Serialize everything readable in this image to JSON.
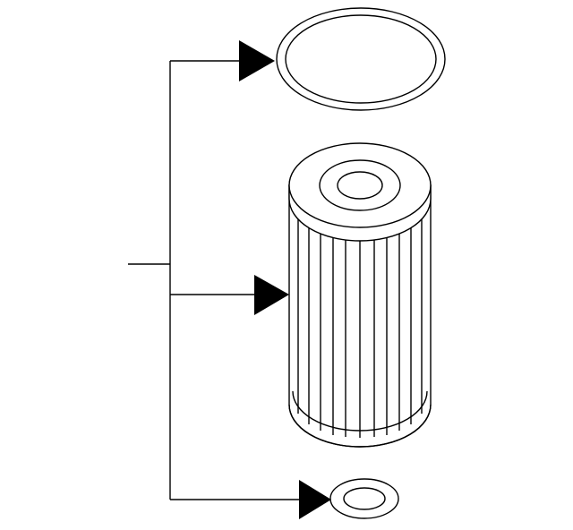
{
  "diagram": {
    "type": "exploded-parts-illustration",
    "parts": [
      {
        "id": "o-ring-large",
        "shape": "ring"
      },
      {
        "id": "filter-element",
        "shape": "pleated-cylinder"
      },
      {
        "id": "o-ring-small",
        "shape": "ring"
      }
    ],
    "colors": {
      "line": "#000000",
      "background": "#ffffff"
    }
  }
}
